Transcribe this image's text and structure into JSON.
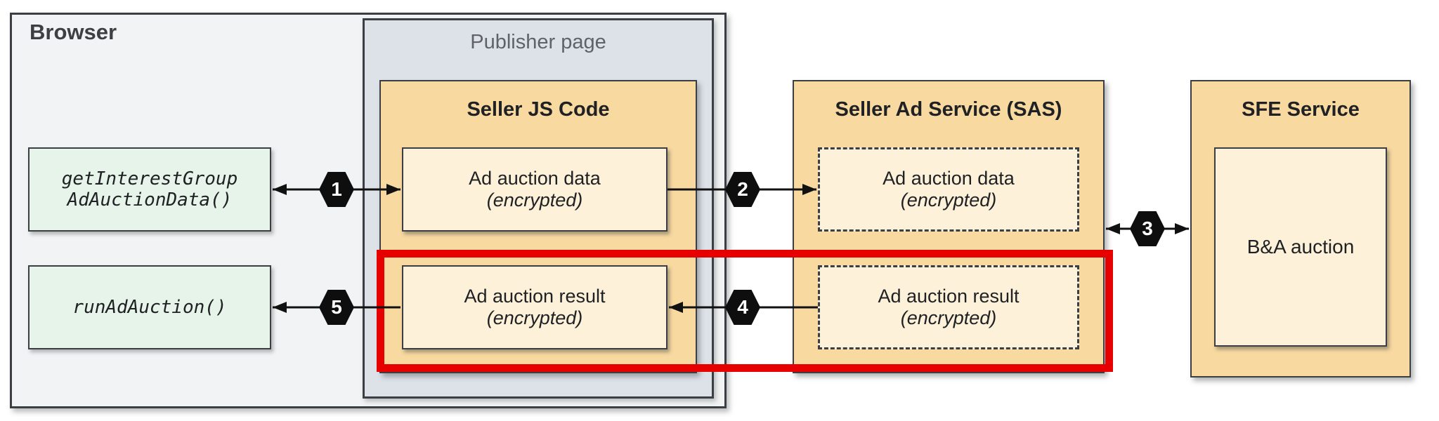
{
  "diagram": {
    "browser": {
      "label": "Browser"
    },
    "publisher": {
      "label": "Publisher page"
    },
    "seller_js": {
      "title": "Seller JS Code",
      "data_box": {
        "line1": "Ad auction data",
        "line2": "(encrypted)"
      },
      "result_box": {
        "line1": "Ad auction result",
        "line2": "(encrypted)"
      }
    },
    "sas": {
      "title": "Seller Ad Service (SAS)",
      "data_box": {
        "line1": "Ad auction data",
        "line2": "(encrypted)"
      },
      "result_box": {
        "line1": "Ad auction result",
        "line2": "(encrypted)"
      }
    },
    "sfe": {
      "title": "SFE Service",
      "auction_box": {
        "label": "B&A auction"
      }
    },
    "api": {
      "get_data": {
        "line1": "getInterestGroup",
        "line2": "AdAuctionData()"
      },
      "run_auction": {
        "label": "runAdAuction()"
      }
    },
    "steps": {
      "s1": "1",
      "s2": "2",
      "s3": "3",
      "s4": "4",
      "s5": "5"
    },
    "colors": {
      "service_fill": "#F8D9A0",
      "inner_fill": "#FDF2D9",
      "green_fill": "#E6F4EA",
      "browser_fill": "#F1F3F4",
      "publisher_fill": "#DDE2E9",
      "highlight_red": "#E60000",
      "badge_black": "#0E0E0E",
      "border_dark": "#3B3E42"
    }
  }
}
